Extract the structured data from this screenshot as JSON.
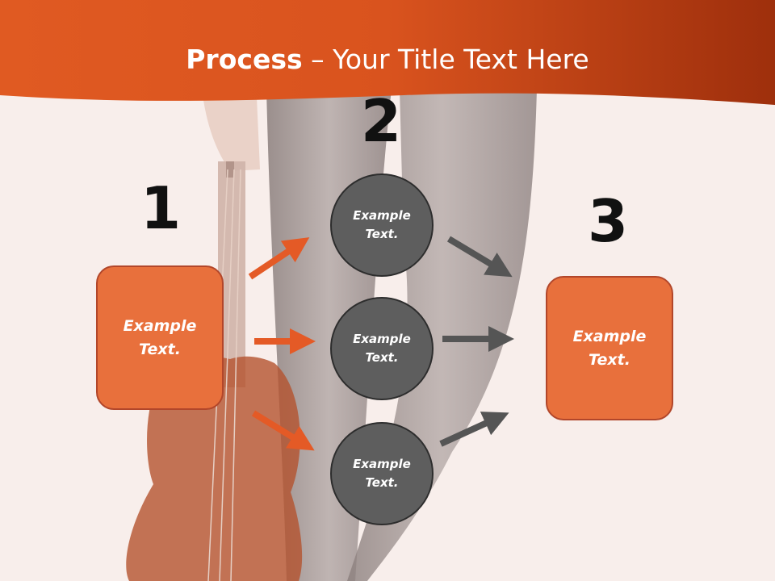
{
  "title": {
    "bold": "Process",
    "rest": " – Your Title Text Here"
  },
  "steps": {
    "one": "1",
    "two": "2",
    "three": "3"
  },
  "left_box": {
    "line1": "Example",
    "line2": "Text."
  },
  "right_box": {
    "line1": "Example",
    "line2": "Text."
  },
  "circles": [
    {
      "line1": "Example",
      "line2": "Text."
    },
    {
      "line1": "Example",
      "line2": "Text."
    },
    {
      "line1": "Example",
      "line2": "Text."
    }
  ],
  "colors": {
    "header": "#d9531e",
    "box_fill": "#e8703c",
    "box_border": "#b2462a",
    "circle_fill": "#5e5e5e",
    "orange_arrow": "#e45a26",
    "gray_arrow": "#555555",
    "background": "#f8eeeb"
  }
}
